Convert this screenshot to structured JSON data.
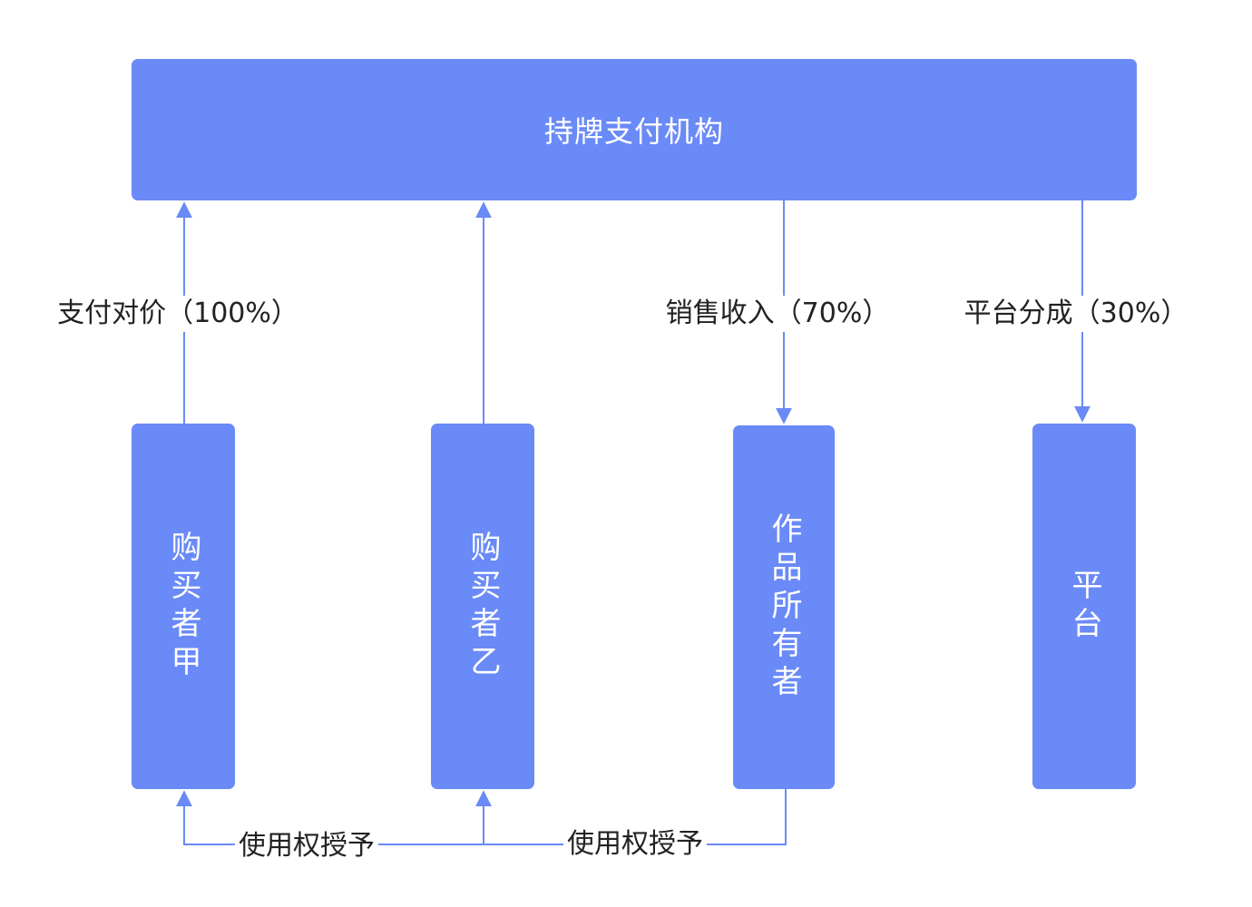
{
  "diagram": {
    "nodes": {
      "payment_institution": "持牌支付机构",
      "buyer_a": "购买者甲",
      "buyer_b": "购买者乙",
      "work_owner": "作品所有者",
      "platform": "平台"
    },
    "edge_labels": {
      "payment": "支付对价（100%）",
      "sales_income": "销售收入（70%）",
      "platform_share": "平台分成（30%）",
      "grant_right_1": "使用权授予",
      "grant_right_2": "使用权授予"
    },
    "colors": {
      "node_fill": "#6A8AF7",
      "node_text": "#ffffff",
      "edge": "#6A8AF7",
      "label_text": "#222222"
    }
  }
}
